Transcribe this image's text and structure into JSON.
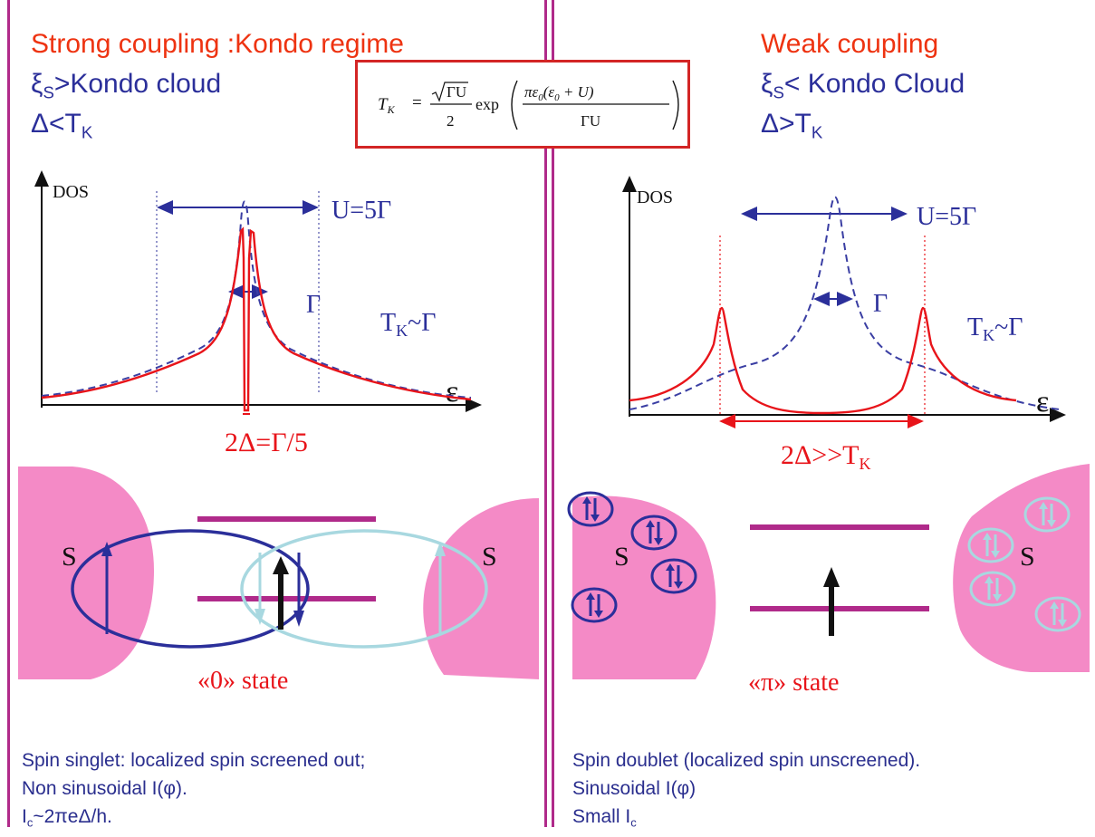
{
  "left": {
    "title": "Strong coupling :Kondo regime",
    "cond1_a": "ξ",
    "cond1_sub": "S",
    "cond1_b": ">Kondo cloud",
    "cond2_a": "Δ<T",
    "cond2_sub": "K",
    "dos_label": "DOS",
    "u_label": "U=5Γ",
    "gamma_label": "Γ",
    "tk_label_a": "T",
    "tk_label_sub": "K",
    "tk_label_b": "~Γ",
    "eps_label": "ε",
    "gap_label": "2Δ=Γ/5",
    "s_left": "S",
    "s_right": "S",
    "state_label": "«0» state",
    "line1": "Spin singlet: localized spin screened out;",
    "line2": "Non sinusoidal I(φ).",
    "line3_a": "I",
    "line3_sub": "c",
    "line3_b": "~2πeΔ/h."
  },
  "right": {
    "title": "Weak coupling",
    "cond1_a": "ξ",
    "cond1_sub": "S",
    "cond1_b": "< Kondo Cloud",
    "cond2_a": "Δ>T",
    "cond2_sub": "K",
    "dos_label": "DOS",
    "u_label": "U=5Γ",
    "gamma_label": "Γ",
    "tk_label_a": "T",
    "tk_label_sub": "K",
    "tk_label_b": "~Γ",
    "eps_label": "ε",
    "gap_label": "2Δ>>T",
    "gap_sub": "K",
    "s_left": "S",
    "s_right": "S",
    "state_label": "«π» state",
    "line1": "Spin doublet (localized spin unscreened).",
    "line2": "Sinusoidal I(φ)",
    "line3_a": "Small I",
    "line3_sub": "c"
  },
  "formula": {
    "lhs": "T",
    "lhs_sub": "K",
    "eq": "=",
    "sqrt_arg": "ΓU",
    "den": "2",
    "exp": "exp",
    "num": "πε",
    "num_sub": "0",
    "num_rest": "(ε",
    "num_sub2": "0",
    "num_tail": " + U)",
    "den2": "ΓU"
  },
  "colors": {
    "title_red": "#ee3311",
    "navy": "#2b2f9a",
    "pink_blob": "#f48ac6",
    "magenta_level": "#b02a8a",
    "light_cyan": "#a8d8e0",
    "curve_red": "#e8141a",
    "curve_blue_dashed": "#3a3ea3"
  }
}
